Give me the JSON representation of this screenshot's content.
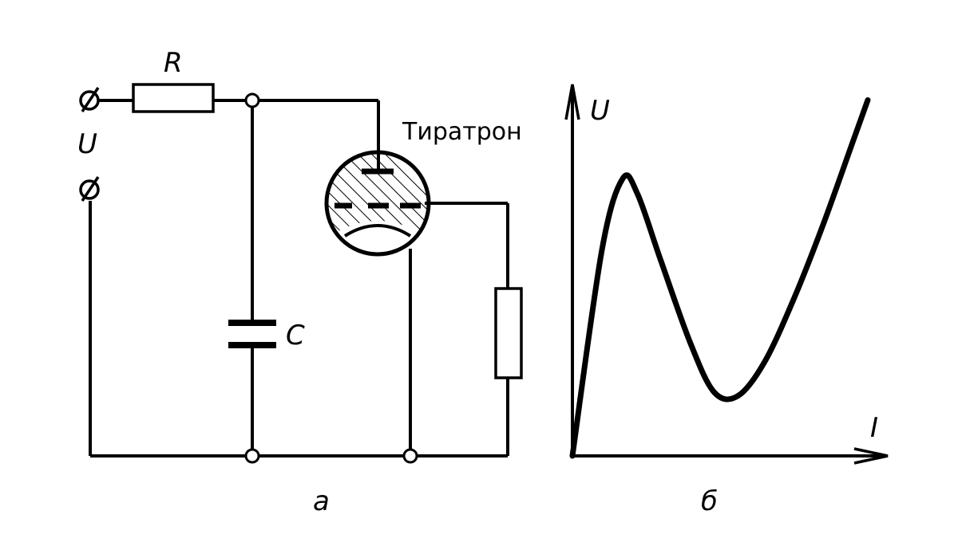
{
  "circuit": {
    "resistor_label": "R",
    "voltage_label": "U",
    "capacitor_label": "C",
    "tube_label": "Тиратрон",
    "caption": "а"
  },
  "graph": {
    "y_axis_label": "U",
    "x_axis_label": "I",
    "caption": "б"
  },
  "chart_data": {
    "type": "line",
    "title": "",
    "xlabel": "I",
    "ylabel": "U",
    "series": [
      {
        "x": [
          0.0,
          0.1,
          0.17,
          0.22,
          0.3,
          0.4,
          0.48,
          0.56,
          0.65,
          0.75,
          0.85,
          0.95,
          1.0
        ],
        "y": [
          0.0,
          0.55,
          0.74,
          0.7,
          0.52,
          0.3,
          0.17,
          0.16,
          0.25,
          0.42,
          0.62,
          0.84,
          0.95
        ]
      }
    ],
    "grid": false,
    "legend": "none"
  }
}
